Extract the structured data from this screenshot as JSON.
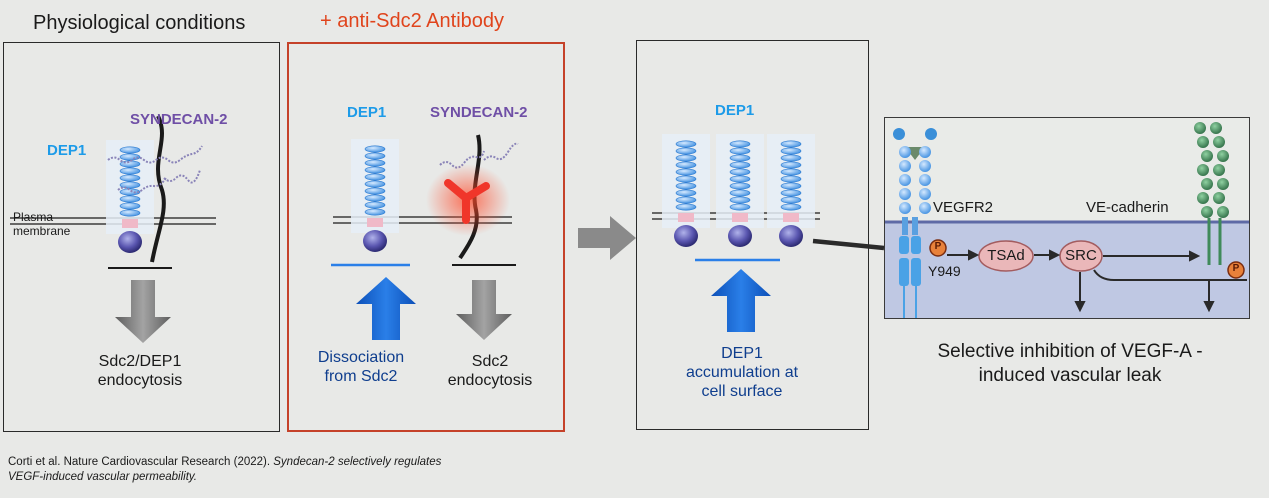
{
  "panel1": {
    "title": "Physiological conditions",
    "dep_label": "DEP1",
    "syn_label": "SYNDECAN-2",
    "membrane_label": "Plasma\nmembrane",
    "caption": "Sdc2/DEP1\nendocytosis"
  },
  "panel2": {
    "title": "+ anti-Sdc2 Antibody",
    "dep_label": "DEP1",
    "syn_label": "SYNDECAN-2",
    "caption_left": "Dissociation\nfrom Sdc2",
    "caption_right": "Sdc2\nendocytosis"
  },
  "panel3": {
    "dep_label": "DEP1",
    "caption": "DEP1\naccumulation at\ncell surface"
  },
  "panel4": {
    "vegfr2_label": "VEGFR2",
    "vecad_label": "VE-cadherin",
    "phospho_label": "P",
    "y949_label": "Y949",
    "tsad_label": "TSAd",
    "src_label": "SRC",
    "caption": "Selective inhibition of VEGF-A -\ninduced vascular leak"
  },
  "citation": {
    "authors": "Corti et al. Nature Cardiovascular Research (2022).",
    "title_part1": "Syndecan-2 selectively regulates",
    "title_part2": "VEGF-induced vascular permeability."
  },
  "colors": {
    "dep1_blue": "#1d9be8",
    "syndecan_purple": "#6f4fa6",
    "antibody_red": "#e0441c",
    "arrow_blue": "#1a6ad3",
    "arrow_gray": "#7a7a7a",
    "ve_cadherin_green": "#3f8a5a",
    "cytoplasm_blue": "#bfc8e3"
  }
}
